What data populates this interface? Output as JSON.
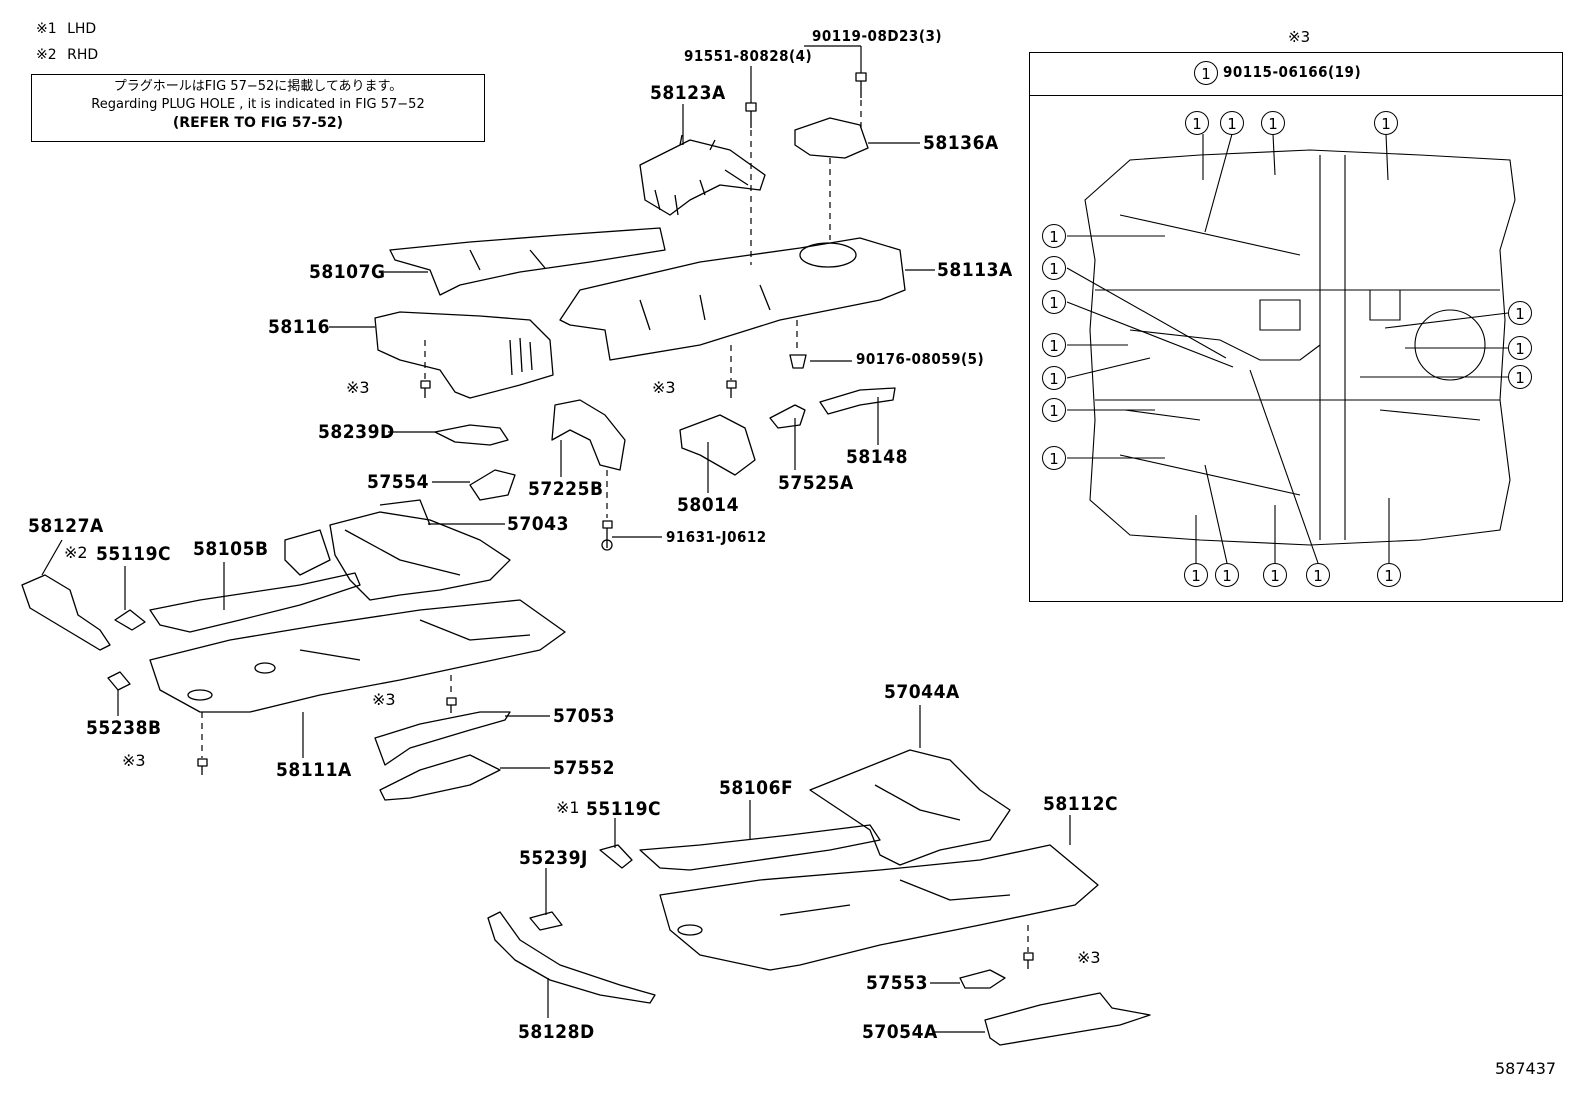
{
  "legend": {
    "lhd_mark": "※1",
    "lhd_text": "LHD",
    "rhd_mark": "※2",
    "rhd_text": "RHD"
  },
  "note_box": {
    "line_ja": "プラグホールはFIG 57−52に掲載してあります。",
    "line_en": "Regarding PLUG HOLE , it is indicated in FIG 57−52",
    "line_ref": "(REFER TO FIG 57-52)"
  },
  "inset": {
    "title_mark": "※3",
    "callout_number": "1",
    "callout_part": "90115-06166(19)"
  },
  "parts": {
    "p90119": "90119-08D23(3)",
    "p91551": "91551-80828(4)",
    "p58123A": "58123A",
    "p58136A": "58136A",
    "p58107G": "58107G",
    "p58113A": "58113A",
    "p58116": "58116",
    "p90176": "90176-08059(5)",
    "p58239D": "58239D",
    "p58148": "58148",
    "p57554": "57554",
    "p57225B": "57225B",
    "p58014": "58014",
    "p57525A": "57525A",
    "p58127A": "58127A",
    "p55119C_rhd": "55119C",
    "p58105B": "58105B",
    "p57043": "57043",
    "p91631": "91631-J0612",
    "p55238B": "55238B",
    "p58111A": "58111A",
    "p57053": "57053",
    "p57552": "57552",
    "p57044A": "57044A",
    "p58106F": "58106F",
    "p58112C": "58112C",
    "p55119C_lhd": "55119C",
    "p55239J": "55239J",
    "p57553": "57553",
    "p57054A": "57054A",
    "p58128D": "58128D"
  },
  "marks": {
    "ref3": "※3",
    "ref2": "※2",
    "ref1": "※1"
  },
  "figure_number": "587437"
}
